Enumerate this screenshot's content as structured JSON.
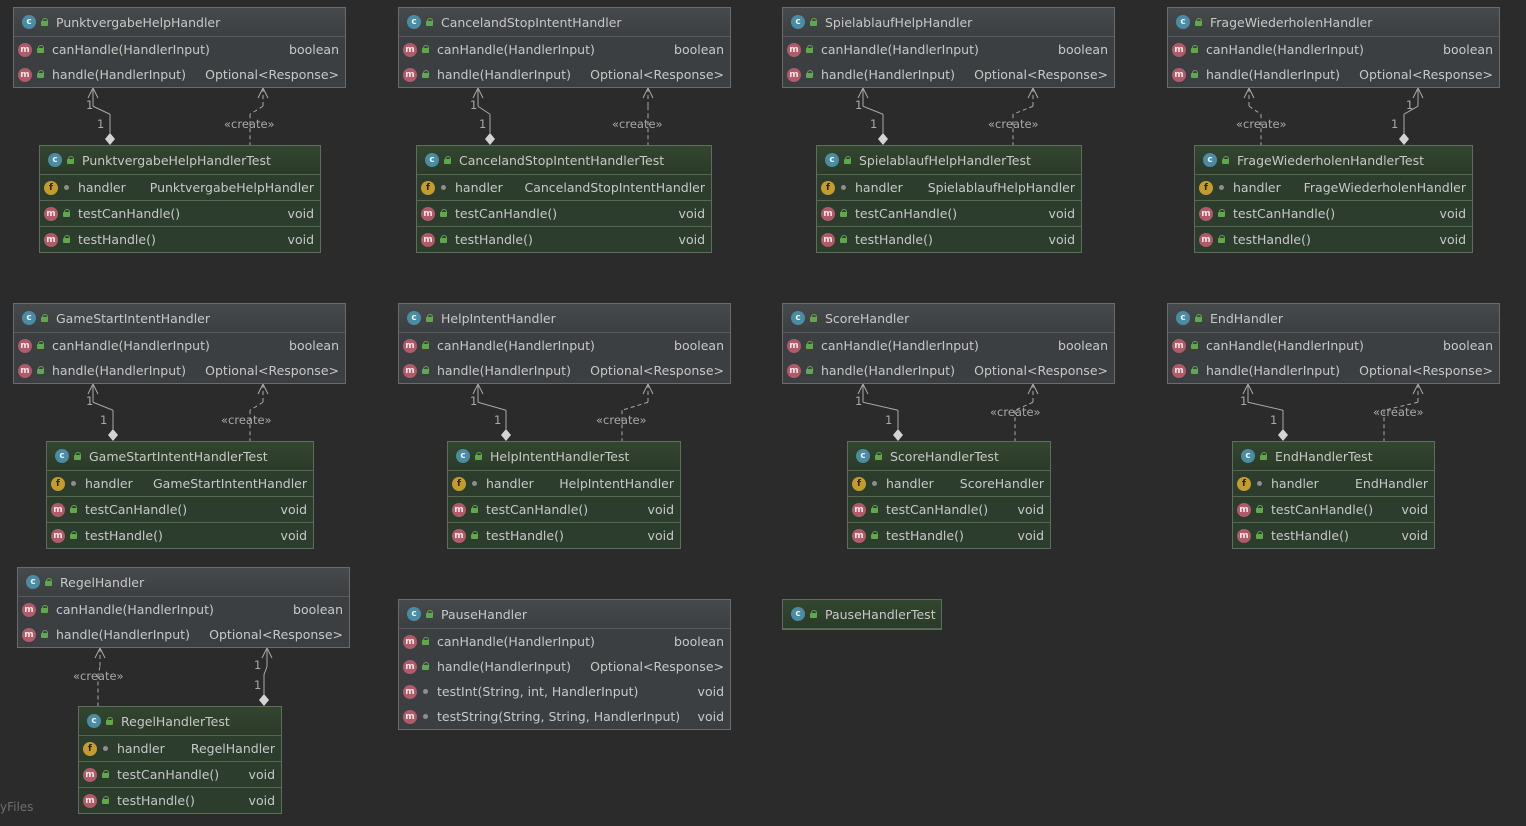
{
  "watermark": "yFiles",
  "icons": {
    "class": "class-icon",
    "method": "method-icon",
    "field": "field-icon",
    "public": "public-visibility-icon",
    "package": "package-visibility-icon"
  },
  "labels": {
    "create": "«create»",
    "one": "1"
  },
  "classes": [
    {
      "id": "punkt",
      "name": "PunktvergabeHelpHandler",
      "members": [
        {
          "kind": "m",
          "vis": "pub",
          "name": "canHandle(HandlerInput)",
          "type": "boolean"
        },
        {
          "kind": "m",
          "vis": "pub",
          "name": "handle(HandlerInput)",
          "type": "Optional<Response>"
        }
      ]
    },
    {
      "id": "cancel",
      "name": "CancelandStopIntentHandler",
      "members": [
        {
          "kind": "m",
          "vis": "pub",
          "name": "canHandle(HandlerInput)",
          "type": "boolean"
        },
        {
          "kind": "m",
          "vis": "pub",
          "name": "handle(HandlerInput)",
          "type": "Optional<Response>"
        }
      ]
    },
    {
      "id": "spiel",
      "name": "SpielablaufHelpHandler",
      "members": [
        {
          "kind": "m",
          "vis": "pub",
          "name": "canHandle(HandlerInput)",
          "type": "boolean"
        },
        {
          "kind": "m",
          "vis": "pub",
          "name": "handle(HandlerInput)",
          "type": "Optional<Response>"
        }
      ]
    },
    {
      "id": "frage",
      "name": "FrageWiederholenHandler",
      "members": [
        {
          "kind": "m",
          "vis": "pub",
          "name": "canHandle(HandlerInput)",
          "type": "boolean"
        },
        {
          "kind": "m",
          "vis": "pub",
          "name": "handle(HandlerInput)",
          "type": "Optional<Response>"
        }
      ]
    },
    {
      "id": "punktT",
      "test": true,
      "name": "PunktvergabeHelpHandlerTest",
      "members": [
        {
          "kind": "f",
          "vis": "pkg",
          "name": "handler",
          "type": "PunktvergabeHelpHandler",
          "sep": true
        },
        {
          "kind": "m",
          "vis": "pub",
          "name": "testCanHandle()",
          "type": "void",
          "sep": true
        },
        {
          "kind": "m",
          "vis": "pub",
          "name": "testHandle()",
          "type": "void"
        }
      ]
    },
    {
      "id": "cancelT",
      "test": true,
      "name": "CancelandStopIntentHandlerTest",
      "members": [
        {
          "kind": "f",
          "vis": "pkg",
          "name": "handler",
          "type": "CancelandStopIntentHandler",
          "sep": true
        },
        {
          "kind": "m",
          "vis": "pub",
          "name": "testCanHandle()",
          "type": "void",
          "sep": true
        },
        {
          "kind": "m",
          "vis": "pub",
          "name": "testHandle()",
          "type": "void"
        }
      ]
    },
    {
      "id": "spielT",
      "test": true,
      "name": "SpielablaufHelpHandlerTest",
      "members": [
        {
          "kind": "f",
          "vis": "pkg",
          "name": "handler",
          "type": "SpielablaufHelpHandler",
          "sep": true
        },
        {
          "kind": "m",
          "vis": "pub",
          "name": "testCanHandle()",
          "type": "void",
          "sep": true
        },
        {
          "kind": "m",
          "vis": "pub",
          "name": "testHandle()",
          "type": "void"
        }
      ]
    },
    {
      "id": "frageT",
      "test": true,
      "name": "FrageWiederholenHandlerTest",
      "members": [
        {
          "kind": "f",
          "vis": "pkg",
          "name": "handler",
          "type": "FrageWiederholenHandler",
          "sep": true
        },
        {
          "kind": "m",
          "vis": "pub",
          "name": "testCanHandle()",
          "type": "void",
          "sep": true
        },
        {
          "kind": "m",
          "vis": "pub",
          "name": "testHandle()",
          "type": "void"
        }
      ]
    },
    {
      "id": "game",
      "name": "GameStartIntentHandler",
      "members": [
        {
          "kind": "m",
          "vis": "pub",
          "name": "canHandle(HandlerInput)",
          "type": "boolean"
        },
        {
          "kind": "m",
          "vis": "pub",
          "name": "handle(HandlerInput)",
          "type": "Optional<Response>"
        }
      ]
    },
    {
      "id": "help",
      "name": "HelpIntentHandler",
      "members": [
        {
          "kind": "m",
          "vis": "pub",
          "name": "canHandle(HandlerInput)",
          "type": "boolean"
        },
        {
          "kind": "m",
          "vis": "pub",
          "name": "handle(HandlerInput)",
          "type": "Optional<Response>"
        }
      ]
    },
    {
      "id": "score",
      "name": "ScoreHandler",
      "members": [
        {
          "kind": "m",
          "vis": "pub",
          "name": "canHandle(HandlerInput)",
          "type": "boolean"
        },
        {
          "kind": "m",
          "vis": "pub",
          "name": "handle(HandlerInput)",
          "type": "Optional<Response>"
        }
      ]
    },
    {
      "id": "end",
      "name": "EndHandler",
      "members": [
        {
          "kind": "m",
          "vis": "pub",
          "name": "canHandle(HandlerInput)",
          "type": "boolean"
        },
        {
          "kind": "m",
          "vis": "pub",
          "name": "handle(HandlerInput)",
          "type": "Optional<Response>"
        }
      ]
    },
    {
      "id": "gameT",
      "test": true,
      "name": "GameStartIntentHandlerTest",
      "members": [
        {
          "kind": "f",
          "vis": "pkg",
          "name": "handler",
          "type": "GameStartIntentHandler",
          "sep": true
        },
        {
          "kind": "m",
          "vis": "pub",
          "name": "testCanHandle()",
          "type": "void",
          "sep": true
        },
        {
          "kind": "m",
          "vis": "pub",
          "name": "testHandle()",
          "type": "void"
        }
      ]
    },
    {
      "id": "helpT",
      "test": true,
      "name": "HelpIntentHandlerTest",
      "members": [
        {
          "kind": "f",
          "vis": "pkg",
          "name": "handler",
          "type": "HelpIntentHandler",
          "sep": true
        },
        {
          "kind": "m",
          "vis": "pub",
          "name": "testCanHandle()",
          "type": "void",
          "sep": true
        },
        {
          "kind": "m",
          "vis": "pub",
          "name": "testHandle()",
          "type": "void"
        }
      ]
    },
    {
      "id": "scoreT",
      "test": true,
      "name": "ScoreHandlerTest",
      "members": [
        {
          "kind": "f",
          "vis": "pkg",
          "name": "handler",
          "type": "ScoreHandler",
          "sep": true
        },
        {
          "kind": "m",
          "vis": "pub",
          "name": "testCanHandle()",
          "type": "void",
          "sep": true
        },
        {
          "kind": "m",
          "vis": "pub",
          "name": "testHandle()",
          "type": "void"
        }
      ]
    },
    {
      "id": "endT",
      "test": true,
      "name": "EndHandlerTest",
      "members": [
        {
          "kind": "f",
          "vis": "pkg",
          "name": "handler",
          "type": "EndHandler",
          "sep": true
        },
        {
          "kind": "m",
          "vis": "pub",
          "name": "testCanHandle()",
          "type": "void",
          "sep": true
        },
        {
          "kind": "m",
          "vis": "pub",
          "name": "testHandle()",
          "type": "void"
        }
      ]
    },
    {
      "id": "regel",
      "name": "RegelHandler",
      "members": [
        {
          "kind": "m",
          "vis": "pub",
          "name": "canHandle(HandlerInput)",
          "type": "boolean"
        },
        {
          "kind": "m",
          "vis": "pub",
          "name": "handle(HandlerInput)",
          "type": "Optional<Response>"
        }
      ]
    },
    {
      "id": "pause",
      "name": "PauseHandler",
      "members": [
        {
          "kind": "m",
          "vis": "pub",
          "name": "canHandle(HandlerInput)",
          "type": "boolean"
        },
        {
          "kind": "m",
          "vis": "pub",
          "name": "handle(HandlerInput)",
          "type": "Optional<Response>"
        },
        {
          "kind": "m",
          "vis": "pkg",
          "name": "testInt(String, int, HandlerInput)",
          "type": "void"
        },
        {
          "kind": "m",
          "vis": "pkg",
          "name": "testString(String, String, HandlerInput)",
          "type": "void"
        }
      ]
    },
    {
      "id": "pauseT",
      "test": true,
      "name": "PauseHandlerTest",
      "members": []
    },
    {
      "id": "regelT",
      "test": true,
      "name": "RegelHandlerTest",
      "members": [
        {
          "kind": "f",
          "vis": "pkg",
          "name": "handler",
          "type": "RegelHandler",
          "sep": true
        },
        {
          "kind": "m",
          "vis": "pub",
          "name": "testCanHandle()",
          "type": "void",
          "sep": true
        },
        {
          "kind": "m",
          "vis": "pub",
          "name": "testHandle()",
          "type": "void"
        }
      ]
    }
  ],
  "relations": [
    {
      "from": "punktT",
      "to": "punkt",
      "kinds": [
        "composition",
        "create"
      ]
    },
    {
      "from": "cancelT",
      "to": "cancel",
      "kinds": [
        "composition",
        "create"
      ]
    },
    {
      "from": "spielT",
      "to": "spiel",
      "kinds": [
        "composition",
        "create"
      ]
    },
    {
      "from": "frageT",
      "to": "frage",
      "kinds": [
        "create",
        "composition"
      ]
    },
    {
      "from": "gameT",
      "to": "game",
      "kinds": [
        "composition",
        "create"
      ]
    },
    {
      "from": "helpT",
      "to": "help",
      "kinds": [
        "composition",
        "create"
      ]
    },
    {
      "from": "scoreT",
      "to": "score",
      "kinds": [
        "composition",
        "create"
      ]
    },
    {
      "from": "endT",
      "to": "end",
      "kinds": [
        "composition",
        "create"
      ]
    },
    {
      "from": "regelT",
      "to": "regel",
      "kinds": [
        "create",
        "composition"
      ]
    }
  ]
}
